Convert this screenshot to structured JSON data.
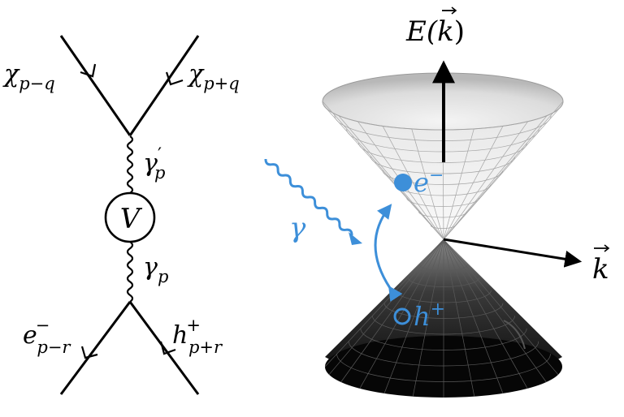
{
  "feynman": {
    "top_left": {
      "base": "χ",
      "sub": "p−q"
    },
    "top_right": {
      "base": "χ",
      "sub": "p+q"
    },
    "upper_propagator": {
      "base": "γ",
      "prime": "′",
      "sub": "p"
    },
    "vertex": "V",
    "lower_propagator": {
      "base": "γ",
      "sub": "p"
    },
    "bottom_left": {
      "base": "e",
      "sup": "−",
      "sub": "p−r"
    },
    "bottom_right": {
      "base": "h",
      "sup": "+",
      "sub": "p+r"
    }
  },
  "cone": {
    "energy_axis": {
      "base": "E(",
      "arg": "k",
      "close": ")"
    },
    "momentum_axis": "k",
    "photon": "γ",
    "electron": {
      "base": "e",
      "sup": "−"
    },
    "hole": {
      "base": "h",
      "sup": "+"
    }
  },
  "colors": {
    "accent": "#3d8fd9",
    "ink": "#000000",
    "upper_cone_edge": "#8a8a8a",
    "lower_cone_dark": "#0d0d0d"
  }
}
